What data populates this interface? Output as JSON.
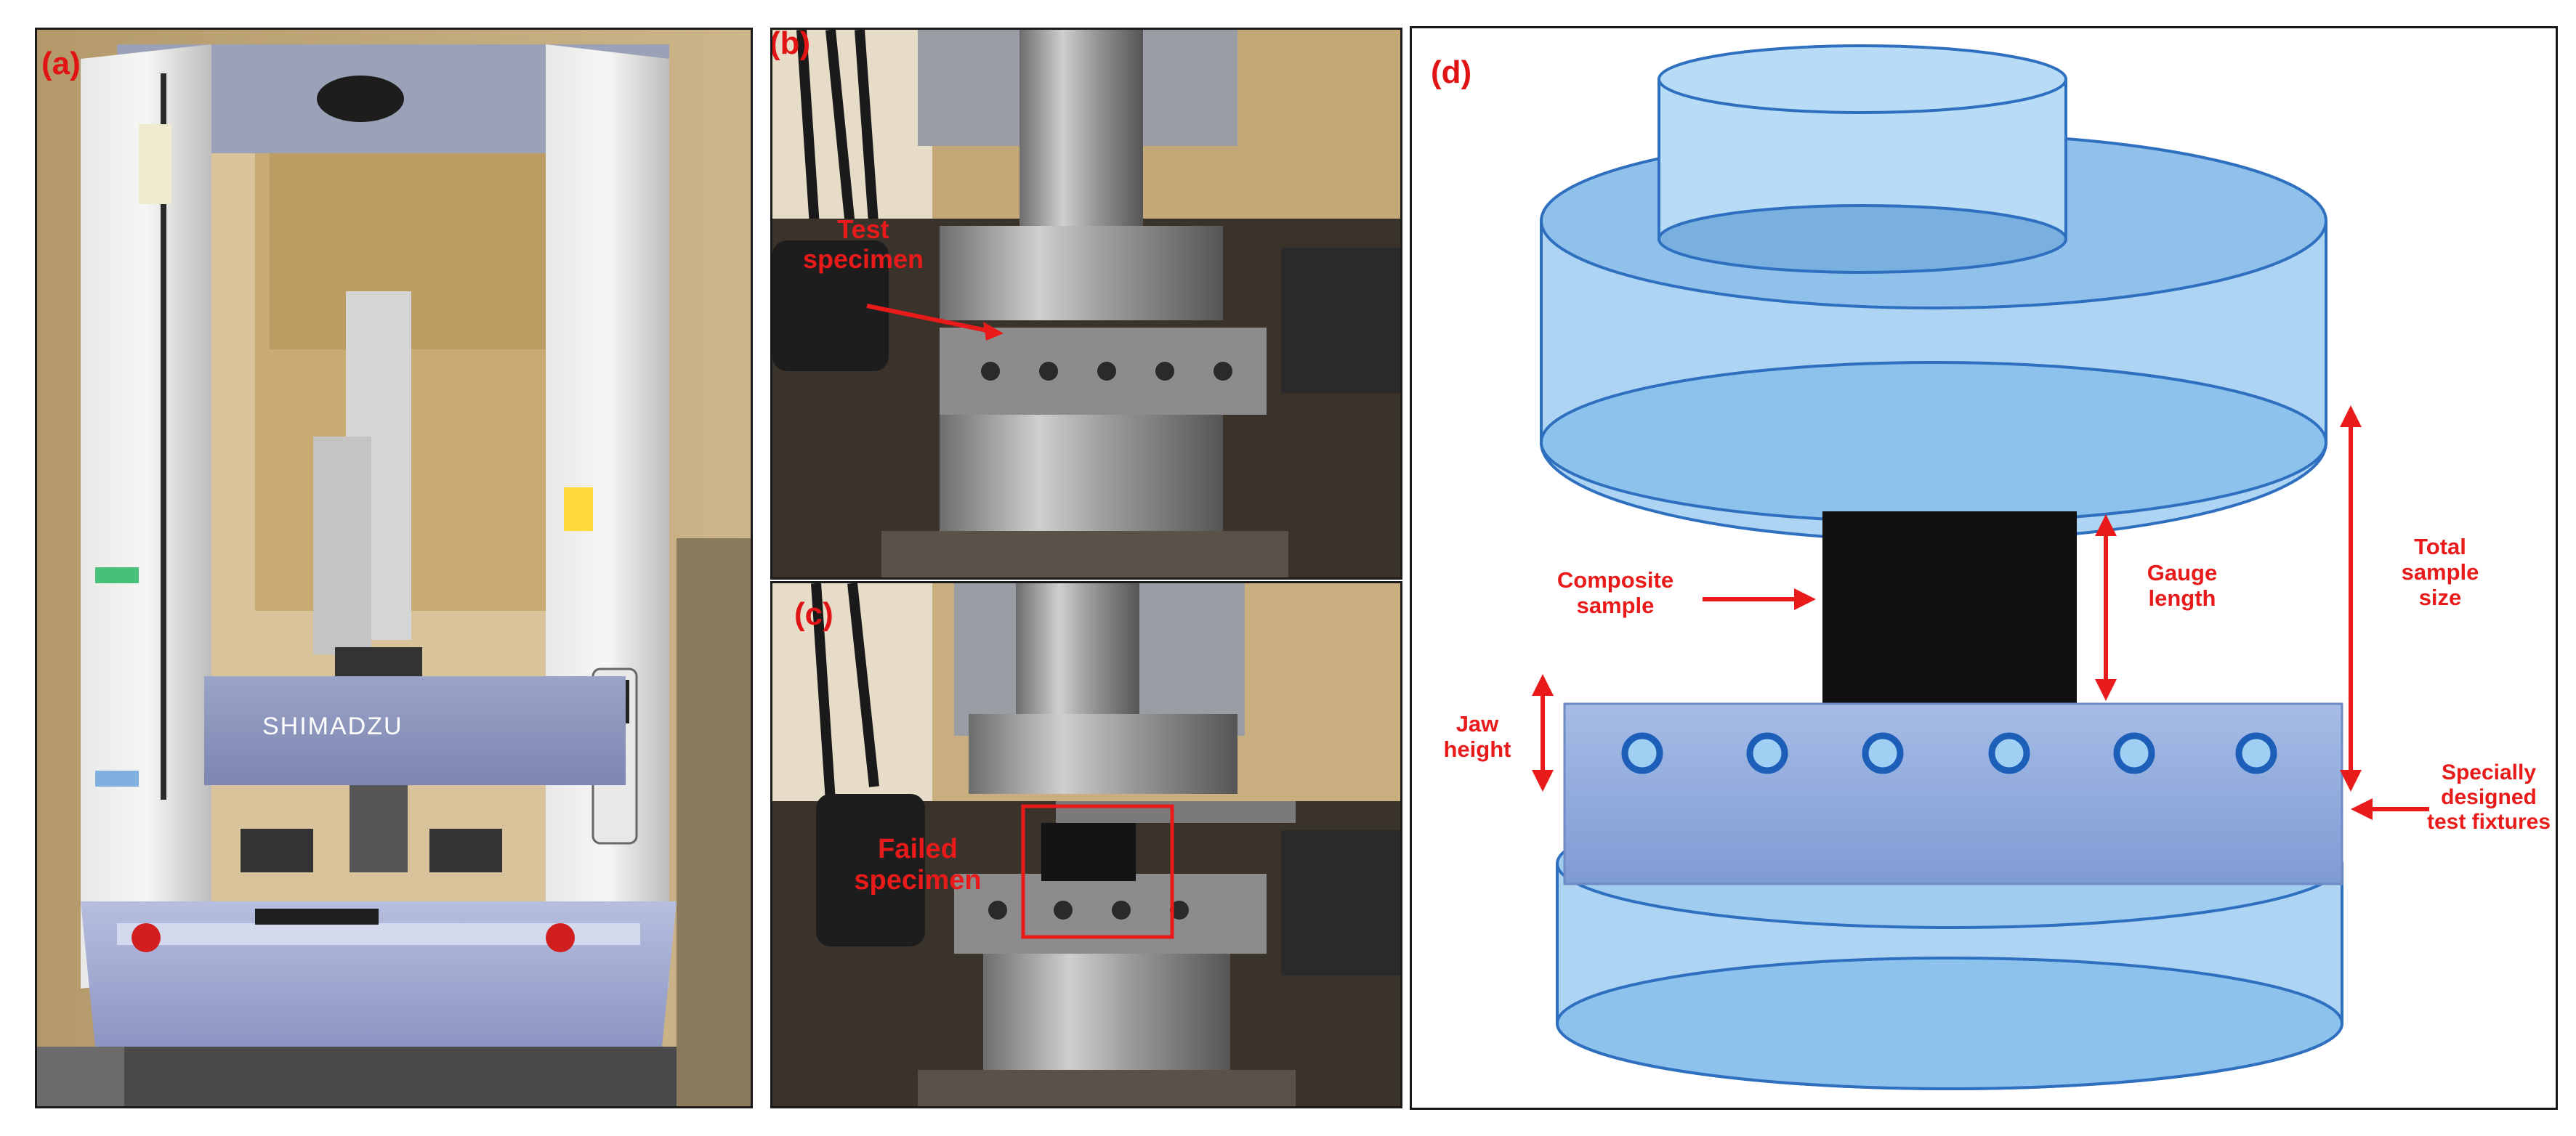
{
  "panels": {
    "a": {
      "label": "(a)",
      "brand": "SHIMADZU"
    },
    "b": {
      "label": "(b)",
      "annotation": "Test\nspecimen"
    },
    "c": {
      "label": "(c)",
      "annotation": "Failed\nspecimen"
    },
    "d": {
      "label": "(d)",
      "composite_sample": "Composite\nsample",
      "gauge_length": "Gauge\nlength",
      "total_sample_size": "Total\nsample\nsize",
      "jaw_height": "Jaw\nheight",
      "test_fixtures": "Specially\ndesigned\ntest fixtures"
    }
  },
  "colors": {
    "annotation_red": "#e81a1a",
    "cylinder_fill": "#9ecbf0",
    "cylinder_stroke": "#2f6fbf",
    "fixture_fill": "#8ea8d8",
    "specimen": "#111111"
  }
}
